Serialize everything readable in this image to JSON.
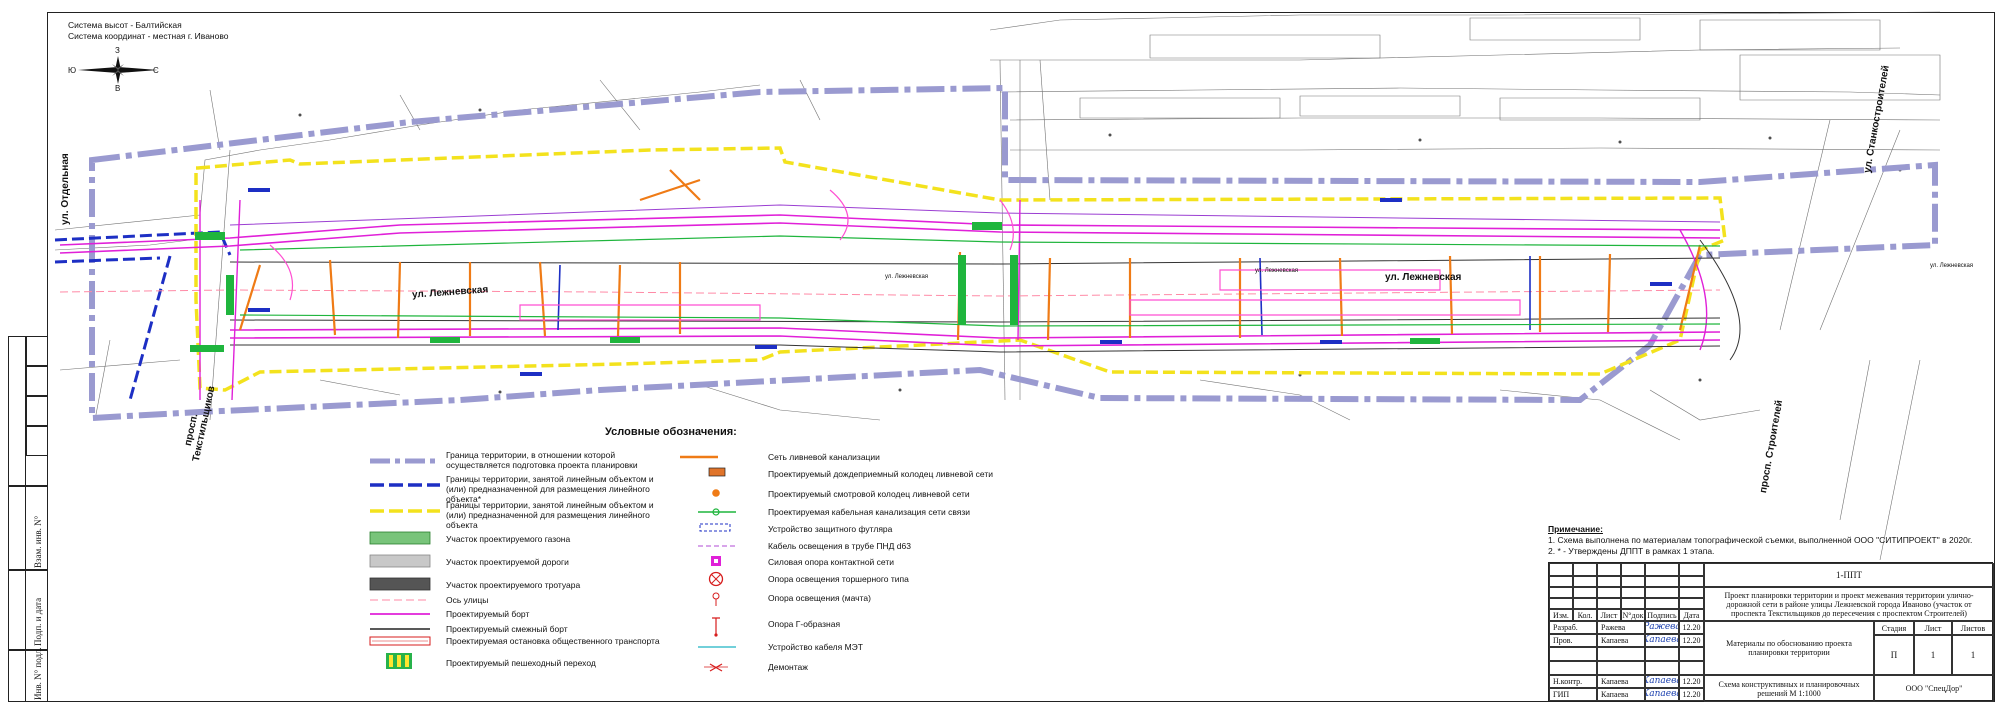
{
  "header": {
    "height_system": "Система высот - Балтийская",
    "coord_system": "Система координат - местная г. Иваново"
  },
  "compass": {
    "north": "С",
    "south": "Ю",
    "east": "В",
    "west": "З"
  },
  "streets": {
    "otdelnaya": "ул. Отдельная",
    "lezhnevskaya_left": "ул. Лежневская",
    "lezhnevskaya_right": "ул. Лежневская",
    "lezhnevskaya_small_1": "ул. Лежневская",
    "lezhnevskaya_small_2": "ул. Лежневская",
    "lezhnevskaya_small_3": "ул. Лежневская",
    "tekstilshchikov": "просп. Текстильщиков",
    "stanko": "ул. Станкостроителей",
    "stroiteley": "просп. Строителей"
  },
  "legend": {
    "title": "Условные обозначения:",
    "left": [
      {
        "symbol": "dashdot-gray",
        "label": "Граница территории, в отношении которой осуществляется подготовка проекта планировки"
      },
      {
        "symbol": "dash-blue",
        "label": "Границы территории, занятой линейным объектом и (или) предназначенной для размещения линейного объекта*"
      },
      {
        "symbol": "dash-yellow",
        "label": "Границы территории, занятой линейным объектом и (или) предназначенной для размещения линейного объекта"
      },
      {
        "symbol": "rect-green",
        "label": "Участок проектируемого газона"
      },
      {
        "symbol": "rect-lightgray",
        "label": "Участок проектируемой дороги"
      },
      {
        "symbol": "rect-darkgray",
        "label": "Участок проектируемого тротуара"
      },
      {
        "symbol": "dash-pink",
        "label": "Ось улицы"
      },
      {
        "symbol": "line-magenta",
        "label": "Проектируемый борт"
      },
      {
        "symbol": "line-black",
        "label": "Проектируемый смежный борт"
      },
      {
        "symbol": "rect-stop",
        "label": "Проектируемая остановка общественного транспорта"
      },
      {
        "symbol": "crosswalk",
        "label": "Проектируемый пешеходный переход"
      }
    ],
    "right": [
      {
        "symbol": "line-orange",
        "label": "Сеть ливневой канализации"
      },
      {
        "symbol": "storm-inlet",
        "label": "Проектируемый дождеприемный колодец ливневой сети"
      },
      {
        "symbol": "dot-orange",
        "label": "Проектируемый смотровой колодец ливневой сети"
      },
      {
        "symbol": "cable-green",
        "label": "Проектируемая кабельная канализация сети связи"
      },
      {
        "symbol": "casing",
        "label": "Устройство защитного футляра"
      },
      {
        "symbol": "dash-violet",
        "label": "Кабель освещения в трубе ПНД d63"
      },
      {
        "symbol": "sq-magenta",
        "label": "Силовая опора контактной сети"
      },
      {
        "symbol": "circle-x-red",
        "label": "Опора освещения торшерного типа"
      },
      {
        "symbol": "mast-red",
        "label": "Опора освещения (мачта)"
      },
      {
        "symbol": "g-pole-red",
        "label": "Опора Г-образная"
      },
      {
        "symbol": "cable-teal",
        "label": "Устройство кабеля МЭТ"
      },
      {
        "symbol": "x-red",
        "label": "Демонтаж"
      }
    ]
  },
  "notes": {
    "title": "Примечание:",
    "lines": [
      "1. Схема выполнена по материалам топографической съемки, выполненной ООО \"СИТИПРОЕКТ\" в 2020г.",
      "2. * - Утверждены ДППТ в рамках 1 этапа."
    ]
  },
  "stamp": {
    "code": "1-ППТ",
    "project_title": "Проект планировки территории и проект межевания территории улично-дорожной сети в районе улицы Лежневской города Иваново (участок от проспекта Текстильщиков до пересечения с проспектом Строителей)",
    "col_headers": [
      "Изм.",
      "Кол.",
      "Лист",
      "N°док",
      "Подпись",
      "Дата"
    ],
    "rows": [
      {
        "role": "Разраб.",
        "name": "Ражева",
        "sign": "Ражева",
        "date": "12.20"
      },
      {
        "role": "Пров.",
        "name": "Капаева",
        "sign": "Капаева",
        "date": "12.20"
      },
      {
        "role": "Н.контр.",
        "name": "Капаева",
        "sign": "Капаева",
        "date": "12.20"
      },
      {
        "role": "ГИП",
        "name": "Капаева",
        "sign": "Капаева",
        "date": "12.20"
      }
    ],
    "materials": "Материалы по обоснованию проекта планировки территории",
    "stage_headers": [
      "Стадия",
      "Лист",
      "Листов"
    ],
    "stage_values": [
      "П",
      "1",
      "1"
    ],
    "scheme": "Схема конструктивных и планировочных решений М 1:1000",
    "company": "ООО \"СпецДор\""
  },
  "side_strip": {
    "inv_orig": "Инв. N° подл.",
    "sign_date": "Подп. и дата",
    "inv_dup": "Взам. инв. N°"
  },
  "colors": {
    "boundary_gray": "#9a9ad0",
    "boundary_blue": "#1d2fc4",
    "boundary_yellow": "#f3e21d",
    "curb_magenta": "#e020d8",
    "storm_orange": "#ef7b16",
    "green": "#1fb53d"
  }
}
